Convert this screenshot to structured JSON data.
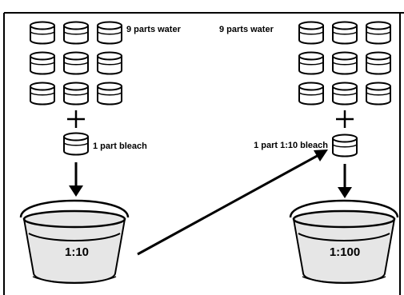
{
  "left": {
    "water_label": "9 parts water",
    "bleach_label": "1 part bleach",
    "bucket_label": "1:10"
  },
  "right": {
    "water_label": "9 parts water",
    "bleach_label": "1 part 1:10 bleach",
    "bucket_label": "1:100"
  },
  "icons": {
    "cup": "cup-icon",
    "bucket": "bucket-icon",
    "plus": "plus-icon",
    "arrow": "arrow-icon"
  },
  "colors": {
    "line": "#000000",
    "cup_fill": "#ffffff",
    "bucket_fill": "#e6e6e6",
    "background": "#ffffff"
  }
}
